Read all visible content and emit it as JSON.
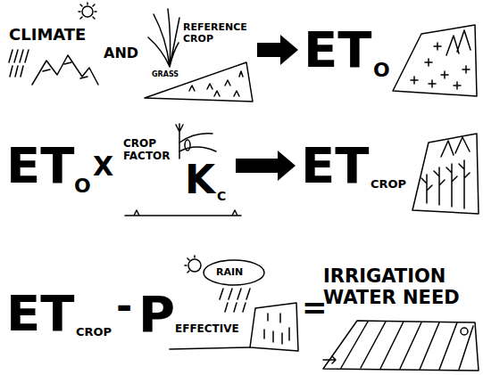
{
  "diagram": {
    "nodes": [
      {
        "text": [
          "CLIMATE"
        ]
      },
      {
        "text": [
          "REFERENCE CROP",
          "GRASS"
        ]
      },
      {
        "text": [
          "ET",
          "O"
        ]
      },
      {
        "text": [
          "ET",
          "O"
        ]
      },
      {
        "text": [
          "CROP FACTOR",
          "K",
          "C"
        ]
      },
      {
        "text": [
          "ET",
          "CROP"
        ]
      },
      {
        "text": [
          "ET",
          "CROP"
        ]
      },
      {
        "text": [
          "P",
          "EFFECTIVE",
          "RAIN"
        ]
      },
      {
        "text": [
          "IRRIGATION WATER NEED"
        ]
      }
    ],
    "edges": [
      {
        "from": 1,
        "to": 2,
        "arrow": "to"
      },
      {
        "from": 4,
        "to": 5,
        "arrow": "to"
      }
    ],
    "labels": [
      "AND",
      "X",
      "-",
      "="
    ]
  }
}
